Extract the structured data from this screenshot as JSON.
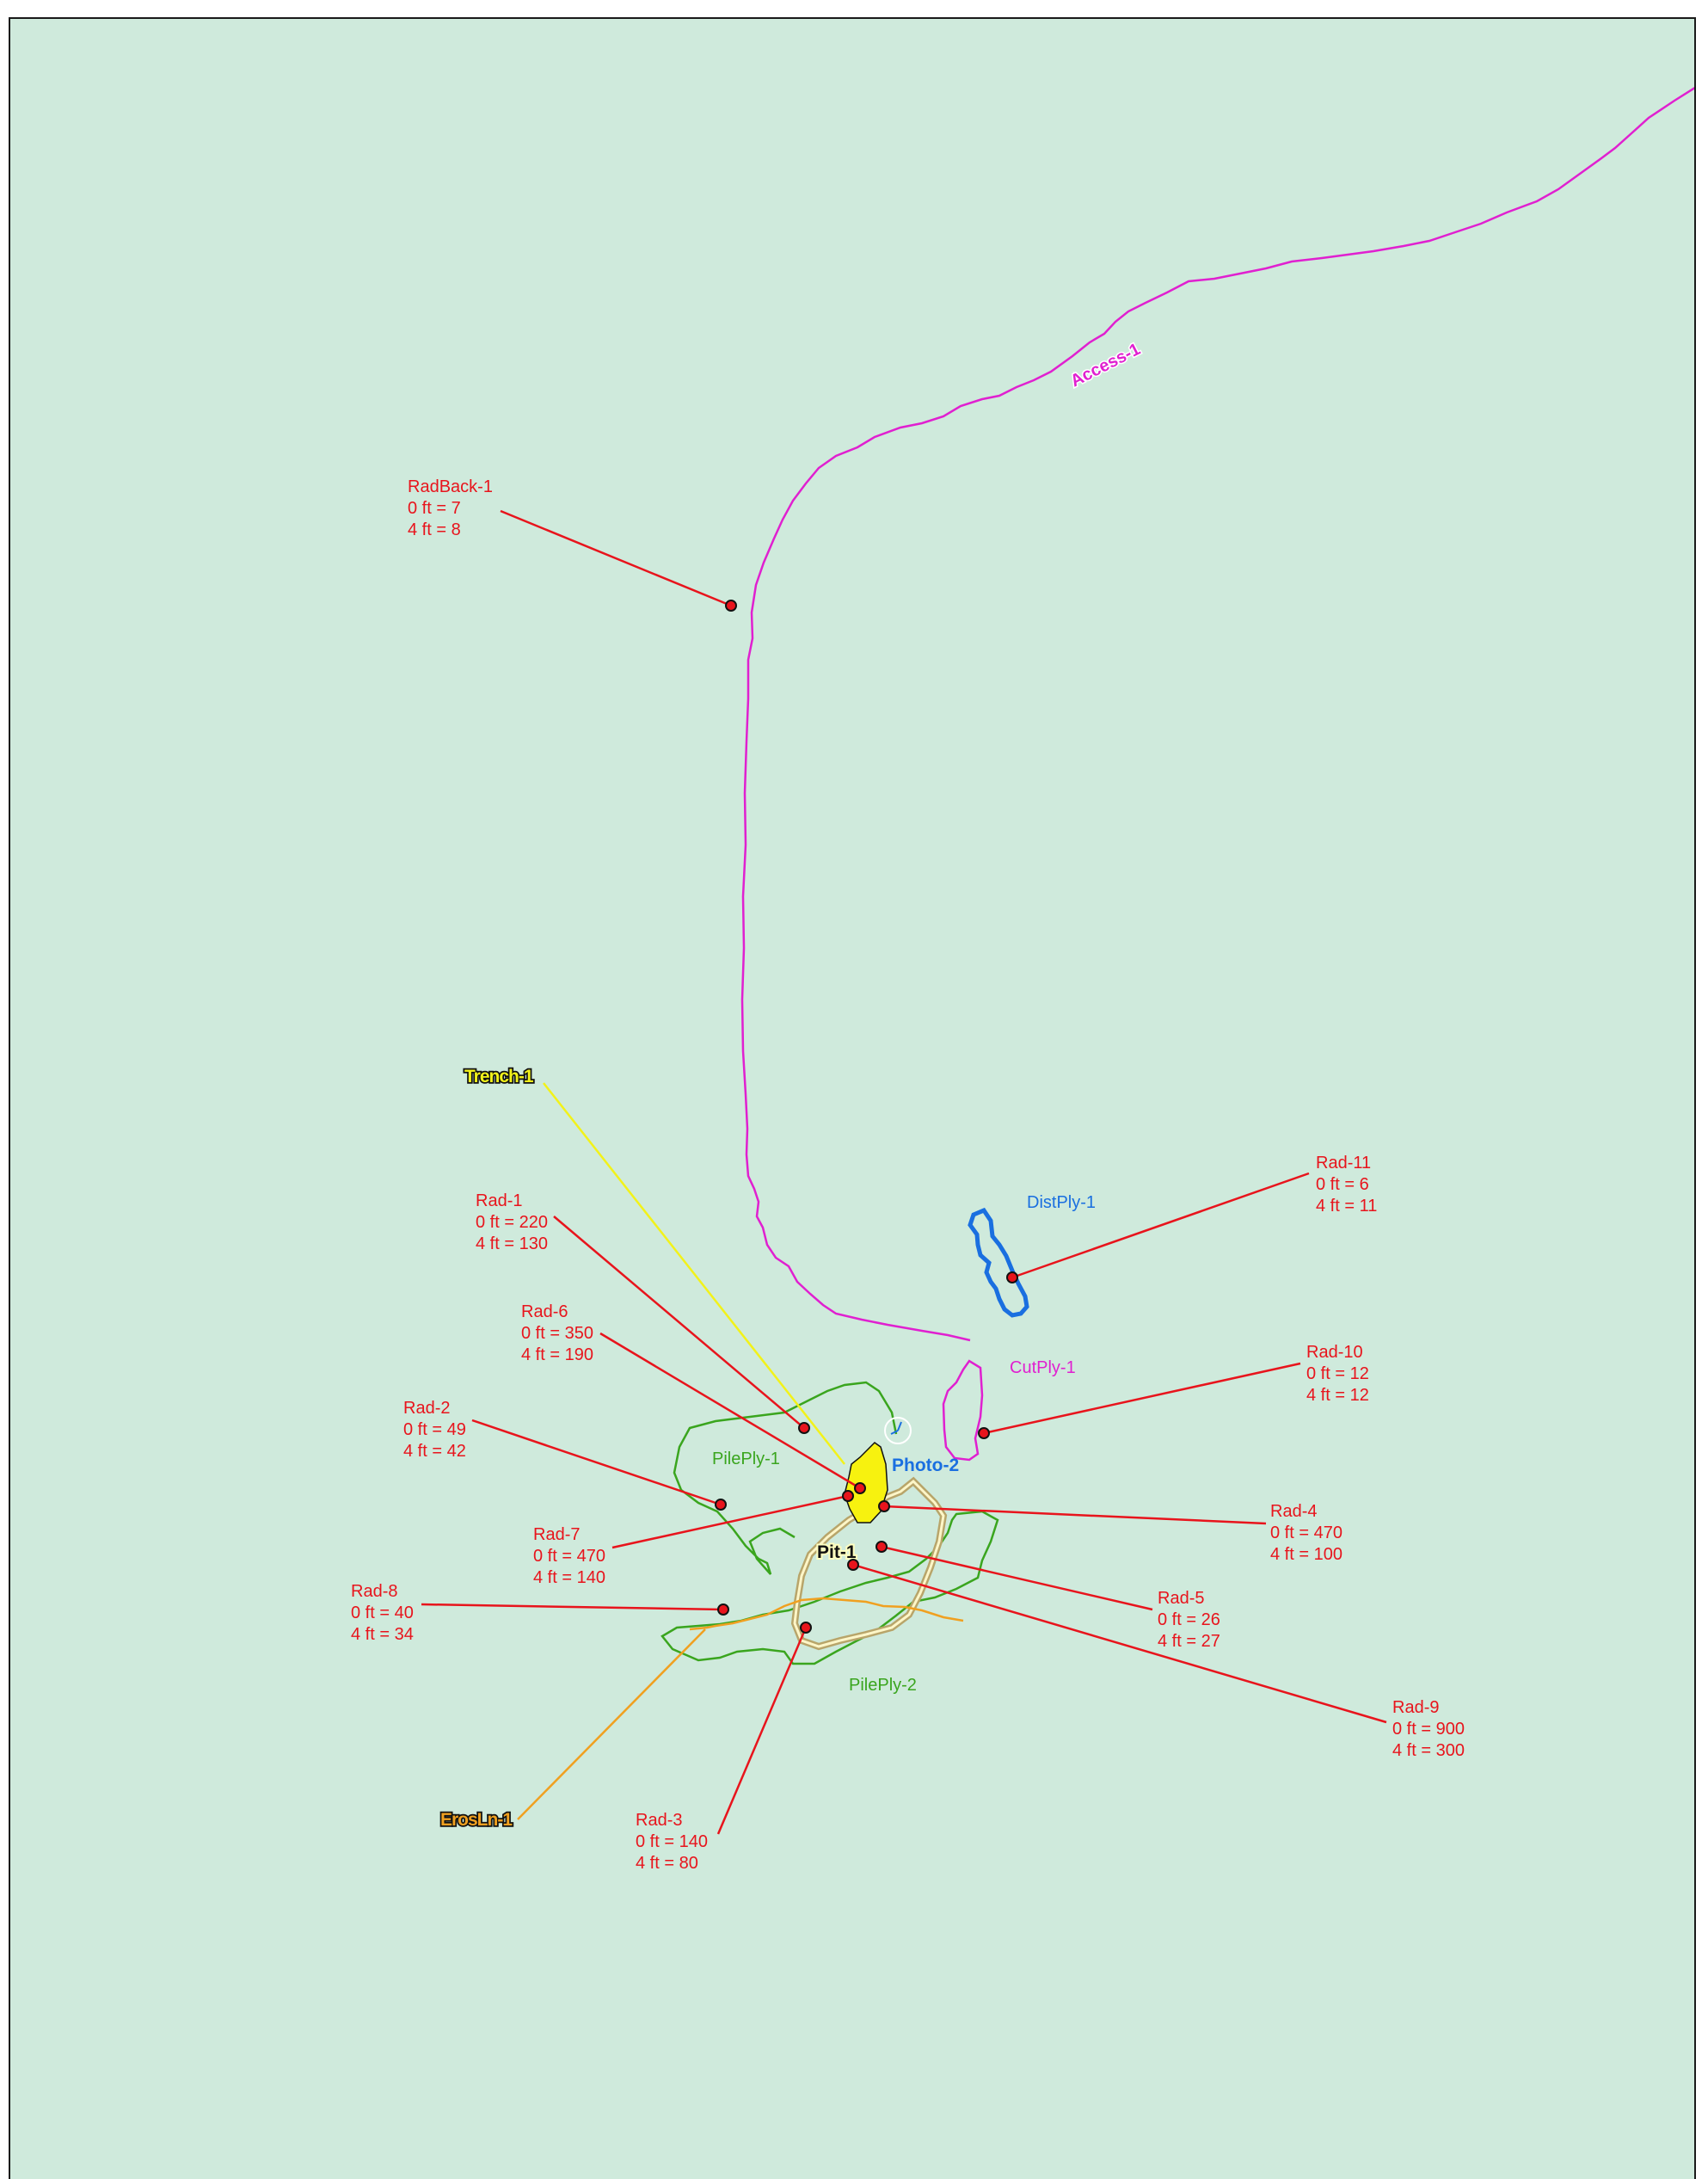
{
  "map": {
    "colors": {
      "background": "#cfeadc",
      "access_line": "#e020d0",
      "radiation": "#e8141c",
      "pile_polygon": "#3aa51e",
      "disturbance_polygon": "#1a6fe0",
      "cut_polygon": "#e020d0",
      "trench": "#f2f21a",
      "erosion": "#f0a020",
      "pit_outline": "#b8a56a",
      "photo": "#1a6fe0"
    },
    "features": {
      "access": {
        "label": "Access-1"
      },
      "trench": {
        "label": "Trench-1"
      },
      "erosion": {
        "label": "ErosLn-1"
      },
      "pit": {
        "label": "Pit-1"
      },
      "photo": {
        "label": "Photo-2"
      },
      "distply": {
        "label": "DistPly-1"
      },
      "cutply": {
        "label": "CutPly-1"
      },
      "pileply1": {
        "label": "PilePly-1"
      },
      "pileply2": {
        "label": "PilePly-2"
      }
    },
    "radiation_points": [
      {
        "name": "RadBack-1",
        "l1": "0 ft = 7",
        "l2": "4 ft = 8"
      },
      {
        "name": "Rad-1",
        "l1": "0 ft = 220",
        "l2": "4 ft = 130"
      },
      {
        "name": "Rad-2",
        "l1": "0 ft = 49",
        "l2": "4 ft = 42"
      },
      {
        "name": "Rad-3",
        "l1": "0 ft = 140",
        "l2": "4 ft = 80"
      },
      {
        "name": "Rad-4",
        "l1": "0 ft = 470",
        "l2": "4 ft = 100"
      },
      {
        "name": "Rad-5",
        "l1": "0 ft = 26",
        "l2": "4 ft = 27"
      },
      {
        "name": "Rad-6",
        "l1": "0 ft = 350",
        "l2": "4 ft = 190"
      },
      {
        "name": "Rad-7",
        "l1": "0 ft = 470",
        "l2": "4 ft = 140"
      },
      {
        "name": "Rad-8",
        "l1": "0 ft = 40",
        "l2": "4 ft = 34"
      },
      {
        "name": "Rad-9",
        "l1": "0 ft = 900",
        "l2": "4 ft = 300"
      },
      {
        "name": "Rad-10",
        "l1": "0 ft = 12",
        "l2": "4 ft = 12"
      },
      {
        "name": "Rad-11",
        "l1": "0 ft = 6",
        "l2": "4 ft = 11"
      }
    ]
  }
}
